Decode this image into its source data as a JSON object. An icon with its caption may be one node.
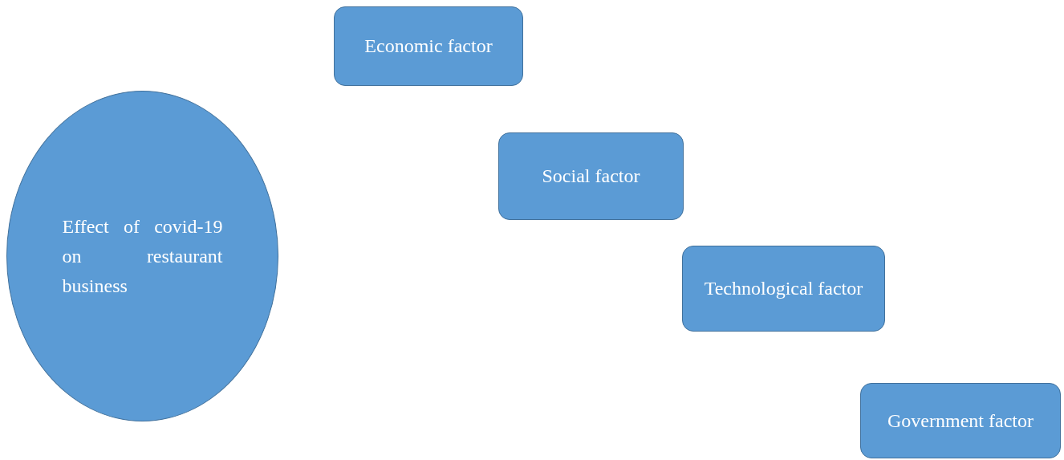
{
  "diagram": {
    "nodes": [
      {
        "text": [
          "Effect of covid-19 on restaurant business"
        ]
      },
      {
        "text": [
          "Economic factor"
        ]
      },
      {
        "text": [
          "Social factor"
        ]
      },
      {
        "text": [
          "Technological factor"
        ]
      },
      {
        "text": [
          "Government factor"
        ]
      }
    ]
  }
}
